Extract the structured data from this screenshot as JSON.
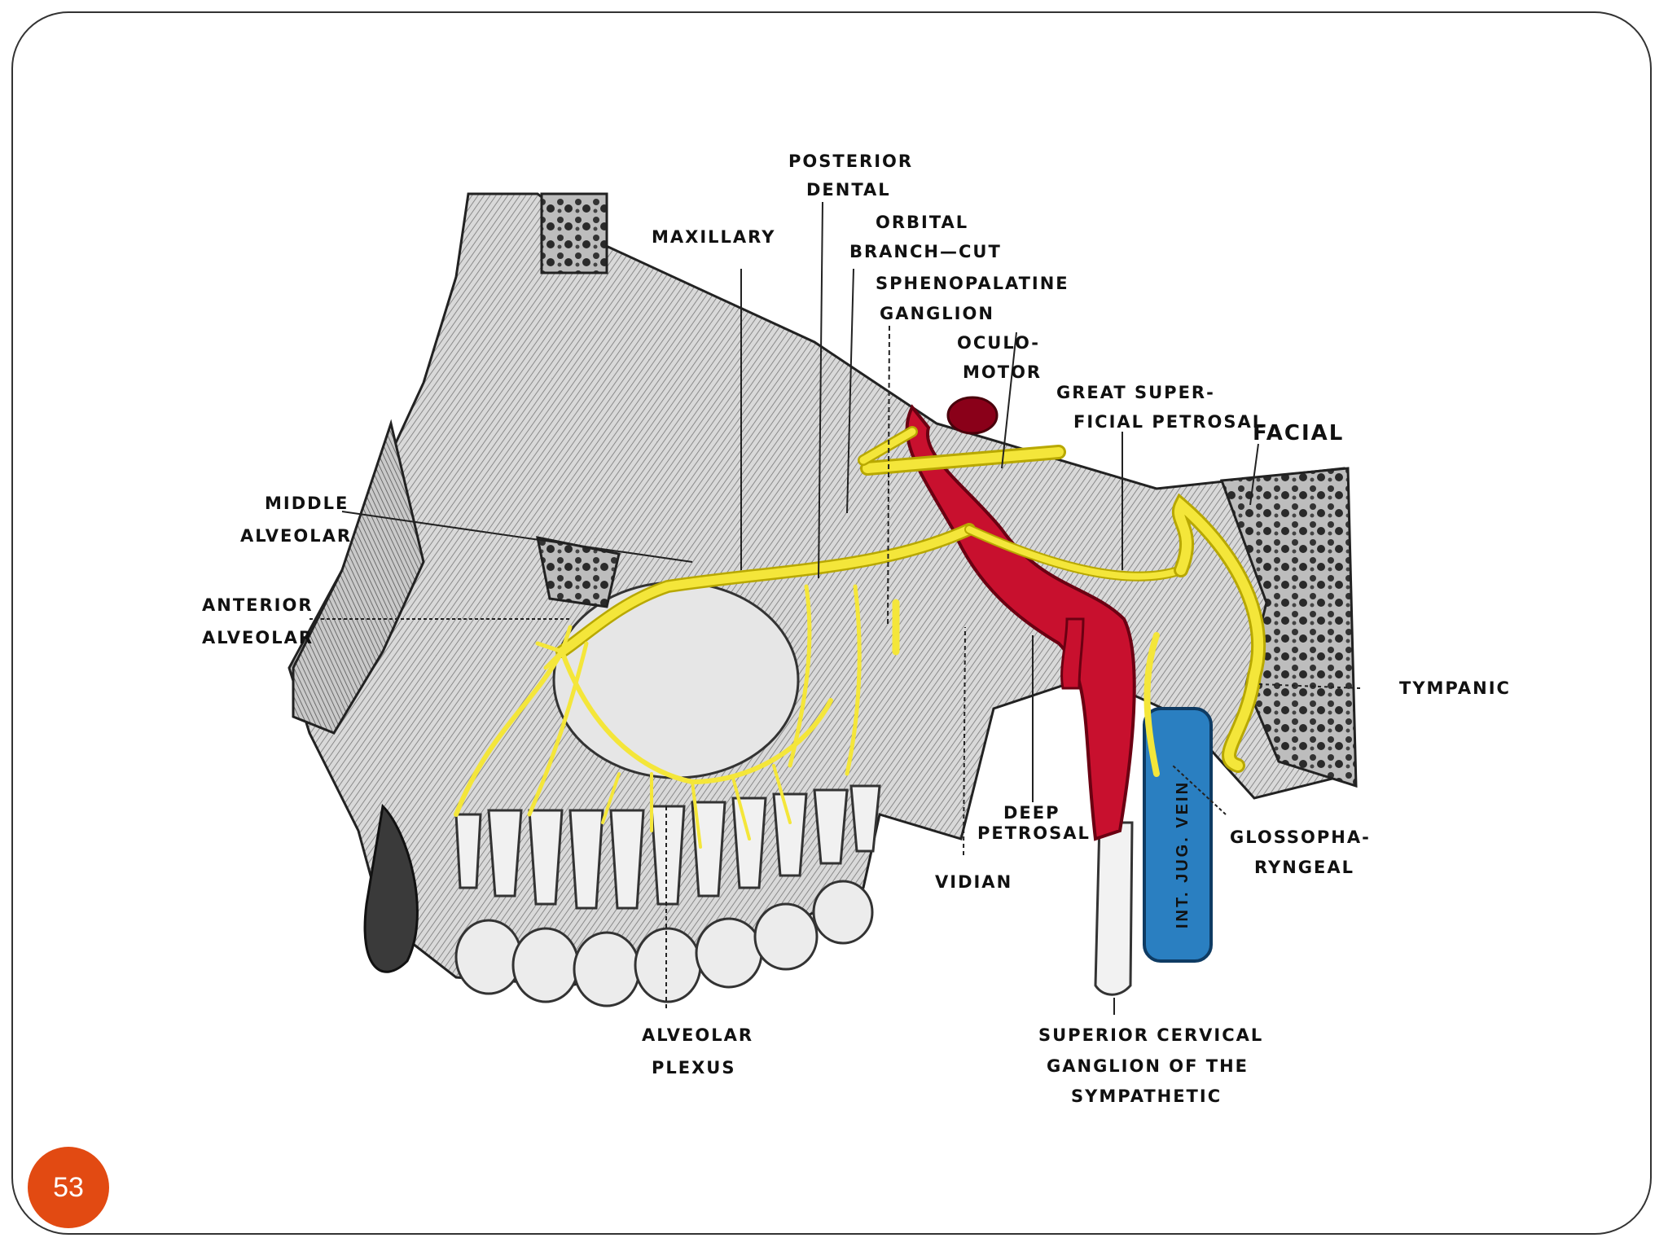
{
  "slide": {
    "page_number": "53"
  },
  "labels": {
    "posterior_dental_1": "POSTERIOR",
    "posterior_dental_2": "DENTAL",
    "maxillary": "MAXILLARY",
    "orbital_1": "ORBITAL",
    "orbital_2": "BRANCH—CUT",
    "sphenopalatine_1": "SPHENOPALATINE",
    "sphenopalatine_2": "GANGLION",
    "oculomotor_1": "OCULO-",
    "oculomotor_2": "MOTOR",
    "great_sup_petrosal_1": "GREAT SUPER-",
    "great_sup_petrosal_2": "FICIAL PETROSAL",
    "facial": "FACIAL",
    "middle_alveolar_1": "MIDDLE",
    "middle_alveolar_2": "ALVEOLAR",
    "anterior_alveolar_1": "ANTERIOR",
    "anterior_alveolar_2": "ALVEOLAR",
    "tympanic": "TYMPANIC",
    "deep_petrosal_1": "DEEP",
    "deep_petrosal_2": "PETROSAL",
    "vidian": "VIDIAN",
    "glossopharyngeal_1": "GLOSSOPHA-",
    "glossopharyngeal_2": "RYNGEAL",
    "int_jug_vein": "INT. JUG. VEIN",
    "alveolar_plexus_1": "ALVEOLAR",
    "alveolar_plexus_2": "PLEXUS",
    "sup_cervical_1": "SUPERIOR CERVICAL",
    "sup_cervical_2": "GANGLION OF THE",
    "sup_cervical_3": "SYMPATHETIC"
  },
  "colors": {
    "nerve": "#f4e63a",
    "artery": "#c8102e",
    "vein": "#2a7fc1",
    "bone": "#cfcfcf",
    "badge": "#e24a12"
  }
}
